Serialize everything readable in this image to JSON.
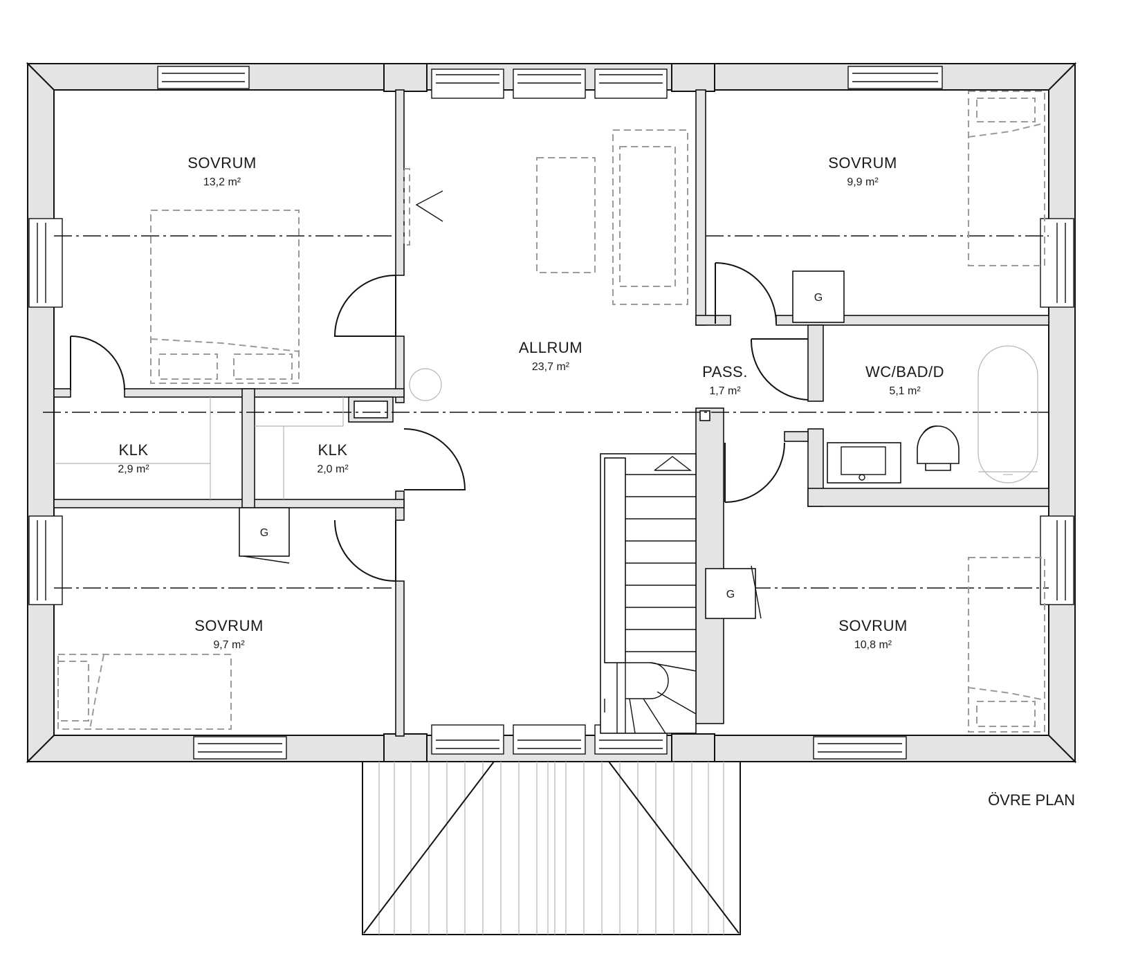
{
  "plan": {
    "title": "ÖVRE PLAN"
  },
  "rooms": {
    "sovrum_nw": {
      "name": "SOVRUM",
      "area": "13,2 m²"
    },
    "allrum": {
      "name": "ALLRUM",
      "area": "23,7 m²"
    },
    "sovrum_ne": {
      "name": "SOVRUM",
      "area": "9,9 m²"
    },
    "pass": {
      "name": "PASS.",
      "area": "1,7 m²"
    },
    "wc": {
      "name": "WC/BAD/D",
      "area": "5,1 m²"
    },
    "klk_left": {
      "name": "KLK",
      "area": "2,9 m²"
    },
    "klk_mid": {
      "name": "KLK",
      "area": "2,0 m²"
    },
    "sovrum_sw": {
      "name": "SOVRUM",
      "area": "9,7 m²"
    },
    "sovrum_se": {
      "name": "SOVRUM",
      "area": "10,8 m²"
    }
  },
  "appliances": {
    "g1": "G",
    "g2": "G",
    "g3": "G"
  },
  "colors": {
    "wall_fill": "#e4e4e4",
    "line": "#111111",
    "furniture": "#9a9a9a"
  }
}
